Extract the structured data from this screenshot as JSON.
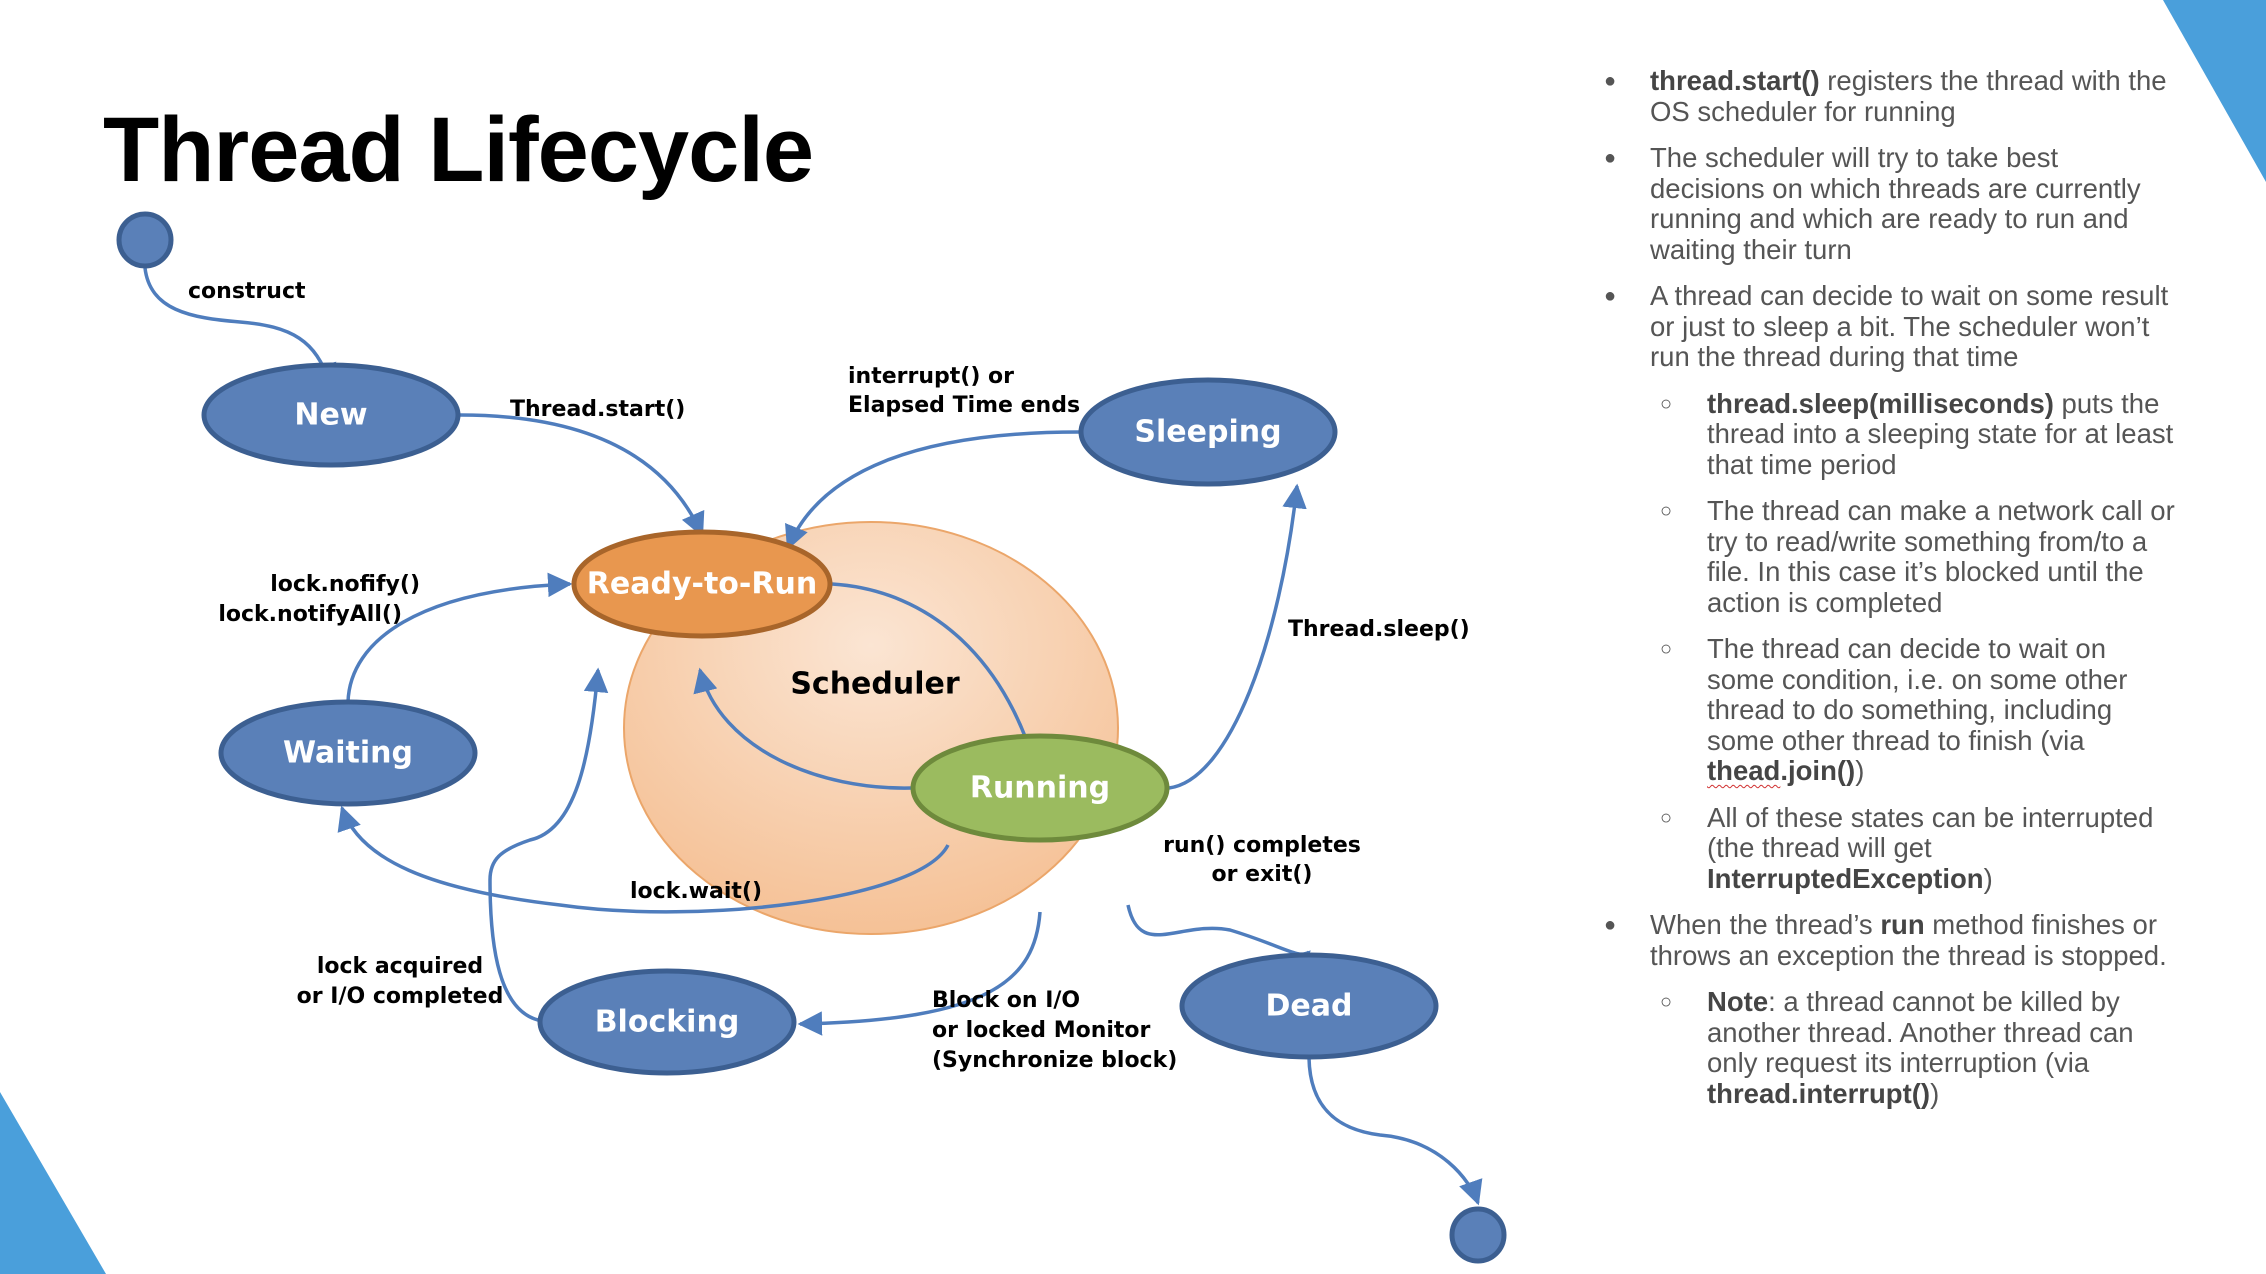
{
  "title": "Thread Lifecycle",
  "theme": {
    "accent": "#4a9fdb",
    "node_blue": "#5a80b8",
    "node_blue_border": "#3c5f91",
    "node_orange": "#e8974f",
    "node_orange_border": "#a8652a",
    "node_green": "#9bbb5f",
    "node_green_border": "#6e8a3c",
    "scheduler_fill": "#f7c9a2",
    "edge": "#4f7dbd"
  },
  "diagram": {
    "states": {
      "start": "",
      "new": "New",
      "ready": "Ready-to-Run",
      "running": "Running",
      "sleeping": "Sleeping",
      "waiting": "Waiting",
      "blocking": "Blocking",
      "dead": "Dead",
      "end": ""
    },
    "scheduler": "Scheduler",
    "transitions": {
      "construct": "construct",
      "thread_start": "Thread.start()",
      "interrupt_1": "interrupt() or",
      "interrupt_2": "Elapsed Time ends",
      "notify_1": "lock.nofify()",
      "notify_2": "lock.notifyAll()",
      "thread_sleep": "Thread.sleep()",
      "lock_wait": "lock.wait()",
      "run_completes_1": "run() completes",
      "run_completes_2": "or exit()",
      "lock_acquired_1": "lock acquired",
      "lock_acquired_2": "or I/O completed",
      "block_1": "Block on I/O",
      "block_2": "or  locked Monitor",
      "block_3": "(Synchronize block)"
    }
  },
  "notes": {
    "b1_bold": "thread.start()",
    "b1_text": " registers the thread with the OS scheduler for running",
    "b2_text": "The scheduler will try to take best decisions on which threads are currently running and which are ready to run and waiting their turn",
    "b3_text": "A thread can decide to wait on some result or just to sleep a bit. The scheduler won’t run the thread during that time",
    "s1_bold": "thread.sleep(milliseconds)",
    "s1_text": " puts the thread into a sleeping state for at least that time period",
    "s2_text": "The thread can make a network call or try to read/write something from/to a file. In this case it’s blocked until the action is completed",
    "s3_text": "The thread can decide to wait on some condition, i.e. on some other thread to do something, including some other thread to finish (via ",
    "s3_bold_a": "thead",
    "s3_bold_b": ".join()",
    "s3_tail": ")",
    "s4_text": "All of these states can be interrupted (the thread will get ",
    "s4_bold": "InterruptedException",
    "s4_tail": ")",
    "b4_text_a": "When the thread’s ",
    "b4_bold": "run",
    "b4_text_b": " method finishes or throws an exception the thread is stopped.",
    "s5_bold": "Note",
    "s5_text": ": a thread cannot be killed by another thread. Another thread can only request its interruption (via ",
    "s5_bold_b": "thread.interrupt()",
    "s5_tail": ")"
  }
}
